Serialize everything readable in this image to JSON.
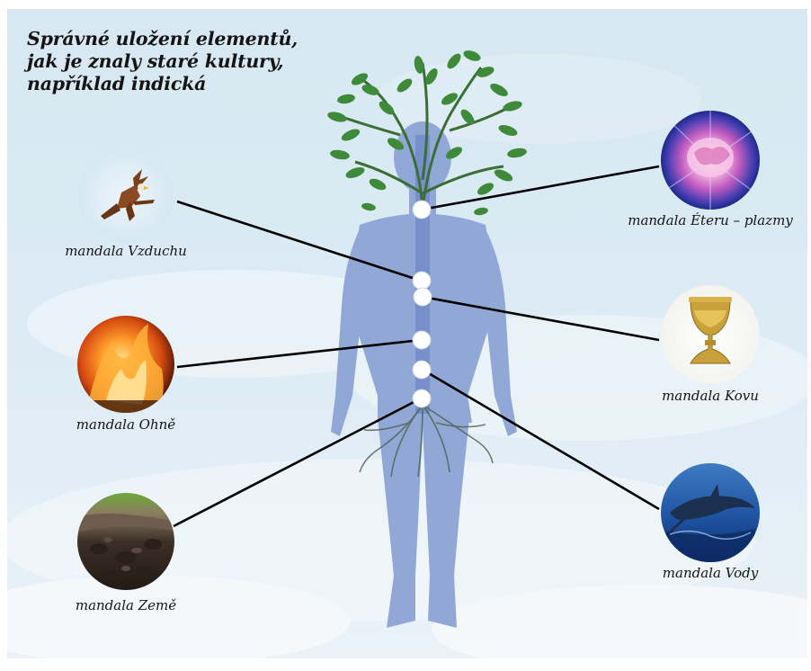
{
  "title": {
    "lines": [
      "Správné uložení elementů,",
      "jak je znaly staré kultury,",
      "například indická"
    ]
  },
  "mandalas": [
    {
      "id": "vzduchu",
      "label": "mandala Vzduchu",
      "image": "eagle"
    },
    {
      "id": "ohne",
      "label": "mandala Ohně",
      "image": "fire"
    },
    {
      "id": "zeme",
      "label": "mandala Země",
      "image": "soil"
    },
    {
      "id": "eteru",
      "label": "mandala Éteru – plazmy",
      "image": "plasma"
    },
    {
      "id": "kovu",
      "label": "mandala Kovu",
      "image": "golden-chalice"
    },
    {
      "id": "vody",
      "label": "mandala Vody",
      "image": "dolphin"
    }
  ],
  "colors": {
    "sky_top": "#cfe4f0",
    "sky_bottom": "#e8f1f7",
    "figure": "#8fa6d4",
    "spine": "#6f88c6",
    "leaves": "#3f7f3c",
    "connector": "#000000",
    "node_fill": "#ffffff"
  }
}
